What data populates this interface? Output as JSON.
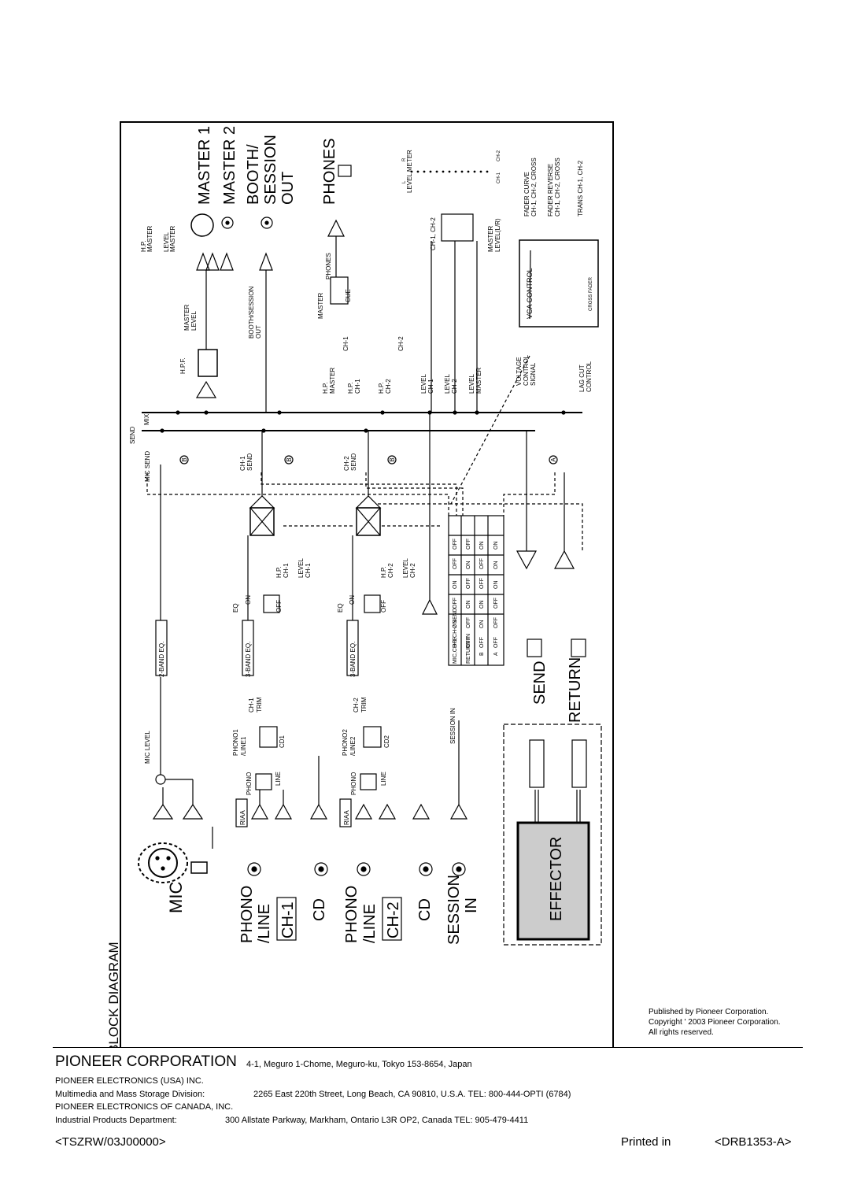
{
  "diagram": {
    "title": "BLOCK DIAGRAM",
    "inputs": {
      "mic": "MIC",
      "ch1_phono": "PHONO",
      "ch1_line": "/LINE",
      "ch1_tag": "CH-1",
      "ch1_cd": "CD",
      "ch2_phono": "PHONO",
      "ch2_line": "/LINE",
      "ch2_tag": "CH-2",
      "ch2_cd": "CD",
      "session": "SESSION",
      "session_in": "IN",
      "effector": "EFFECTOR",
      "send": "SEND",
      "return": "RETURN"
    },
    "outputs": {
      "master1": "MASTER 1",
      "master2": "MASTER 2",
      "booth1": "BOOTH/",
      "booth2": "SESSION",
      "booth3": "OUT",
      "phones": "PHONES"
    },
    "labels": {
      "riaa": "RIAA",
      "phono": "PHONO",
      "line": "LINE",
      "mic_level": "MIC LEVEL",
      "band2": "2-BAND EQ.",
      "band3": "3-BAND EQ.",
      "phono1": "PHONO1",
      "line1": "/LINE1",
      "cd1": "CD1",
      "phono2": "PHONO2",
      "line2": "/LINE2",
      "cd2": "CD2",
      "ch1_trim1": "CH-1",
      "ch1_trim2": "TRIM",
      "ch2_trim1": "CH-2",
      "ch2_trim2": "TRIM",
      "session_in": "SESSION IN",
      "eq": "EQ",
      "on": "ON",
      "off": "OFF",
      "hp": "H.P.",
      "level": "LEVEL",
      "ch1": "CH-1",
      "ch2": "CH-2",
      "mic_send": "MIC SEND",
      "send": "SEND",
      "mix": "MIX",
      "ch1_send1": "CH-1",
      "ch1_send2": "SEND",
      "ch2_send1": "CH-2",
      "ch2_send2": "SEND",
      "hpf": "H.P.F.",
      "master": "MASTER",
      "master_level1": "MASTER",
      "master_level2": "LEVEL",
      "booth_level1": "BOOTH/SESSION",
      "booth_level2": "OUT",
      "phones": "PHONES",
      "cue": "CUE",
      "voltage": "VOLTAGE",
      "control": "CONTROL",
      "signal": "SIGNAL",
      "lag1": "LAG CUT",
      "lag2": "CONTROL",
      "vca": "VCA CONTROL",
      "cross_fader": "CROSS FADER",
      "fader_curve": "FADER CURVE",
      "fader_curve_opts": "CH-1, CH-2, CROSS",
      "fader_reverse": "FADER REVERSE",
      "fader_reverse_opts": "CH-1, CH-2, CROSS",
      "trans": "TRANS CH-1, CH-2",
      "ch12": "CH-1, CH-2",
      "master_lr": "MASTER",
      "level_lr": "LEVEL(L/R)",
      "level_meter": "LEVEL METER",
      "meter_ch1": "CH-1",
      "meter_ch2": "CH-2",
      "meter_l": "L",
      "meter_r": "R",
      "circle_a": "A",
      "circle_b": "B"
    },
    "routing_table": {
      "header_send": "MIC,CH-1,CH-2 SEND",
      "header_return": "RETURN IN",
      "row_b": "B",
      "row_a": "A",
      "cols": [
        [
          "OFF",
          "OFF",
          "ON",
          "ON"
        ],
        [
          "OFF",
          "ON",
          "OFF",
          "ON"
        ],
        [
          "ON",
          "OFF",
          "OFF",
          "ON"
        ],
        [
          "OFF",
          "ON",
          "ON",
          "OFF"
        ],
        [
          "ON",
          "OFF",
          "ON",
          "OFF"
        ],
        [
          "OFF",
          "OFF",
          "OFF",
          "OFF"
        ]
      ]
    }
  },
  "footer": {
    "published1": "Published by Pioneer Corporation.",
    "published2": "Copyright ' 2003 Pioneer Corporation.",
    "published3": "All rights reserved.",
    "corp": "PIONEER CORPORATION",
    "corp_address": "4-1, Meguro 1-Chome, Meguro-ku, Tokyo 153-8654, Japan",
    "usa": "PIONEER ELECTRONICS (USA) INC.",
    "usa_div": "Multimedia and Mass Storage Division:",
    "usa_addr": "2265 East 220th Street, Long Beach, CA 90810, U.S.A.   TEL: 800-444-OPTI (6784)",
    "canada": "PIONEER ELECTRONICS OF CANADA, INC.",
    "canada_div": "Industrial Products Department:",
    "canada_addr": "300 Allstate Parkway, Markham, Ontario L3R OP2, Canada   TEL: 905-479-4411",
    "code_left": "<TSZRW/03J00000>",
    "printed": "Printed in",
    "code_right": "<DRB1353-A>"
  }
}
